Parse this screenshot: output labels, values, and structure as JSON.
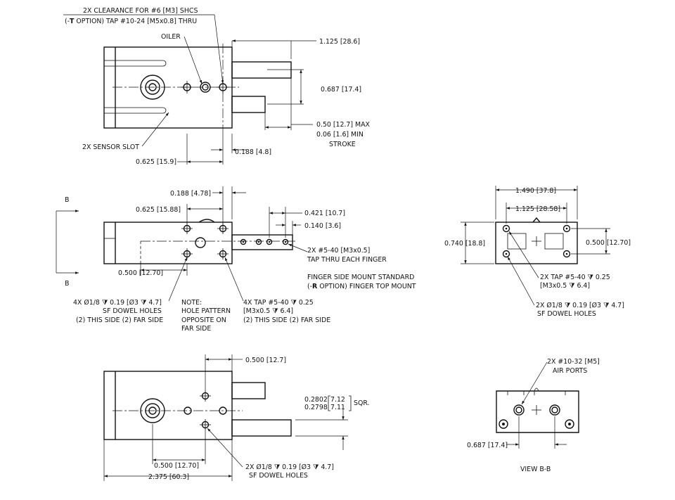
{
  "top_view": {
    "clearance_line1": "2X CLEARANCE FOR #6 [M3] SHCS",
    "clearance_line2a": "(-",
    "clearance_line2b": "T",
    "clearance_line2c": " OPTION) TAP #10-24 [M5x0.8] THRU",
    "oiler": "OILER",
    "dim_1125": "1.125 [28.6]",
    "dim_0687": "0.687 [17.4]",
    "stroke_max": "0.50 [12.7] MAX",
    "stroke_min": "0.06 [1.6] MIN",
    "stroke": "STROKE",
    "sensor_slot": "2X SENSOR SLOT",
    "dim_0625": "0.625 [15.9]",
    "dim_0188": "0.188 [4.8]"
  },
  "side_view": {
    "section_letter_top": "B",
    "section_letter_bottom": "B",
    "dim_0188": "0.188 [4.78]",
    "dim_0625": "0.625 [15.88]",
    "dim_0421": "0.421 [10.7]",
    "dim_0140": "0.140 [3.6]",
    "tap_line1": "2X #5-40 [M3x0.5]",
    "tap_line2": "TAP THRU EACH FINGER",
    "mount_line1": "FINGER SIDE MOUNT STANDARD",
    "mount_line2a": "(-",
    "mount_line2b": "R",
    "mount_line2c": " OPTION) FINGER TOP MOUNT",
    "dim_0500": "0.500 [12.70]",
    "dowel_line1": "4X Ø1/8 ⧩ 0.19 [Ø3 ⧩ 4.7]",
    "dowel_line2": "SF DOWEL HOLES",
    "dowel_line3": "(2) THIS SIDE (2) FAR SIDE",
    "note_line1": "NOTE:",
    "note_line2": "HOLE PATTERN",
    "note_line3": "OPPOSITE ON",
    "note_line4": "FAR SIDE",
    "tap4x_line1": "4X TAP #5-40 ⧩ 0.25",
    "tap4x_line2": "[M3x0.5 ⧩ 6.4]",
    "tap4x_line3": "(2) THIS SIDE (2) FAR SIDE"
  },
  "end_view": {
    "dim_1490": "1.490 [37.8]",
    "dim_1125": "1.125 [28.58]",
    "dim_0740": "0.740 [18.8]",
    "dim_0500": "0.500 [12.70]",
    "tap_line1": "2X TAP #5-40 ⧩ 0.25",
    "tap_line2": "[M3x0.5 ⧩ 6.4]",
    "dowel_line1": "2X Ø1/8 ⧩ 0.19 [Ø3 ⧩ 4.7]",
    "dowel_line2": "SF DOWEL HOLES"
  },
  "bottom_view": {
    "dim_0500_top": "0.500 [12.7]",
    "sq_a": "0.2802",
    "sq_b": "0.2798",
    "sq_c": "7.12",
    "sq_d": "7.11",
    "sq_unit": "SQR.",
    "dim_0500": "0.500 [12.70]",
    "dim_2375": "2.375 [60.3]",
    "dowel_line1": "2X Ø1/8 ⧩ 0.19 [Ø3 ⧩ 4.7]",
    "dowel_line2": "SF DOWEL HOLES"
  },
  "section_view": {
    "ports_line1": "2X #10-32 [M5]",
    "ports_line2": "AIR PORTS",
    "dim_0687": "0.687 [17.4]",
    "title": "VIEW  B-B"
  }
}
